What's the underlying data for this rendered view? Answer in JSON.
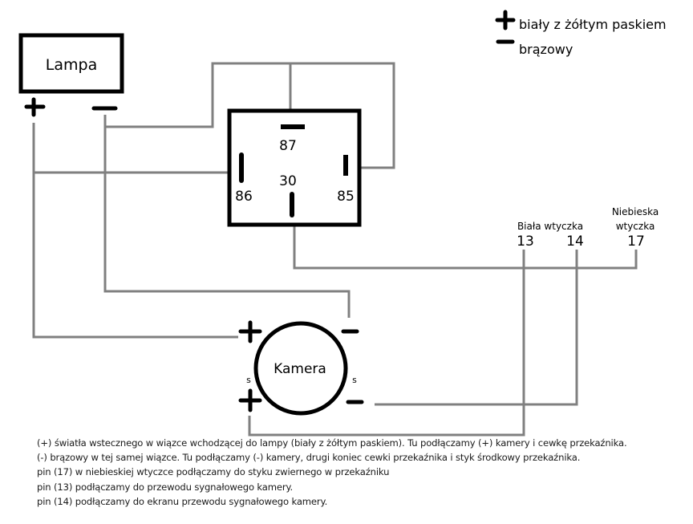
{
  "legend": {
    "plus": {
      "symbol": "+",
      "label": "biały z żółtym paskiem"
    },
    "minus": {
      "symbol": "−",
      "label": "brązowy"
    }
  },
  "components": {
    "lamp": {
      "label": "Lampa",
      "plus": "+",
      "minus": "−"
    },
    "relay": {
      "pins": {
        "p87": "87",
        "p30": "30",
        "p86": "86",
        "p85": "85"
      }
    },
    "camera": {
      "label": "Kamera",
      "plus_top": "+",
      "minus_top": "−",
      "plus_bottom": "+",
      "minus_bottom": "−",
      "s_left": "s",
      "s_right": "s"
    }
  },
  "connectors": {
    "white_plug": {
      "label": "Biała wtyczka",
      "pins": [
        "13",
        "14"
      ]
    },
    "blue_plug": {
      "label_line1": "Niebieska",
      "label_line2": "wtyczka",
      "pins": [
        "17"
      ]
    }
  },
  "colors": {
    "wire": "#808080",
    "outline": "#000000"
  },
  "notes": [
    "(+) światła wstecznego w wiązce wchodzącej do lampy (biały z żółtym paskiem). Tu podłączamy (+) kamery i cewkę przekaźnika.",
    "(-) brązowy w tej samej wiązce. Tu podłączamy (-) kamery, drugi koniec cewki przekaźnika i styk środkowy przekaźnika.",
    "pin (17) w niebieskiej wtyczce podłączamy do styku zwiernego w przekaźniku",
    "pin (13) podłączamy do przewodu sygnałowego kamery.",
    "pin (14) podłączamy do ekranu przewodu sygnałowego kamery."
  ]
}
